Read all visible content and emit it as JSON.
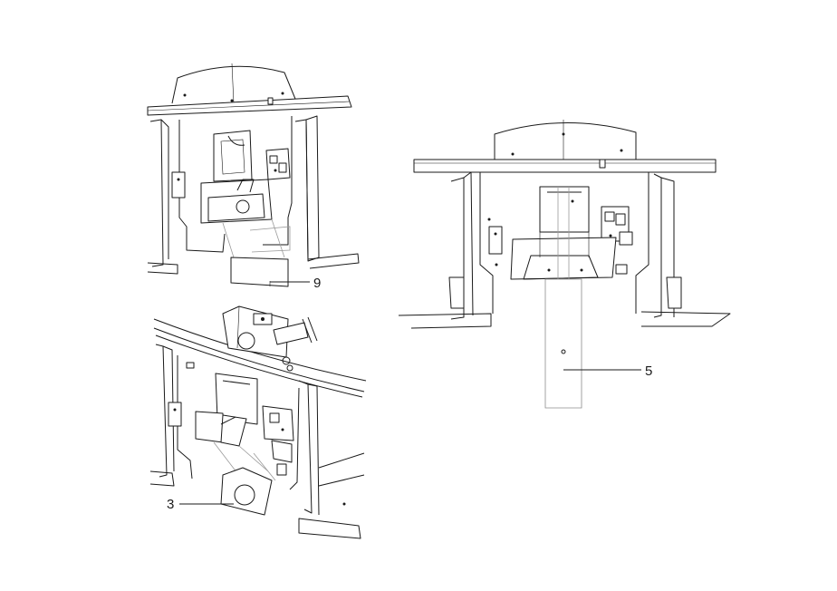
{
  "callouts": [
    {
      "id": "part-9",
      "label": "9"
    },
    {
      "id": "part-3",
      "label": "3"
    },
    {
      "id": "part-5",
      "label": "5"
    }
  ]
}
